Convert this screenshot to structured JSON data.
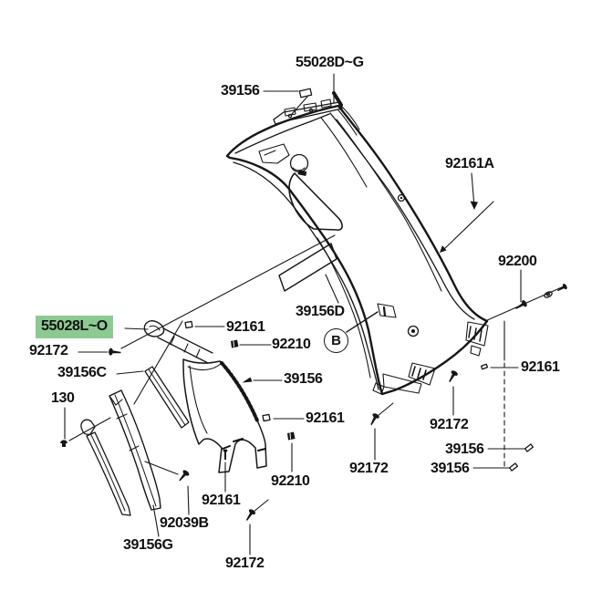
{
  "diagram": {
    "kind": "exploded-parts-diagram",
    "highlight_color": "#8dca92",
    "line_color": "#161616",
    "highlighted_part": "55028L~O",
    "view_marker": "B",
    "labels": {
      "p39156_top": "39156",
      "p55028dg": "55028D~G",
      "p92161a": "92161A",
      "p92200": "92200",
      "p55028lo": "55028L~O",
      "p92161_upper": "92161",
      "p92210_upper": "92210",
      "p92172_left": "92172",
      "p39156c": "39156C",
      "p39156d": "39156D",
      "p39156_mid": "39156",
      "p130": "130",
      "p92161_mid": "92161",
      "p92161_right": "92161",
      "p92172_right": "92172",
      "p39156_right_upper": "39156",
      "p39156_right_lower": "39156",
      "p92172_mid": "92172",
      "p92210_lower": "92210",
      "p92161_lower": "92161",
      "p92039b": "92039B",
      "p39156g": "39156G",
      "p92172_bottom": "92172"
    }
  }
}
